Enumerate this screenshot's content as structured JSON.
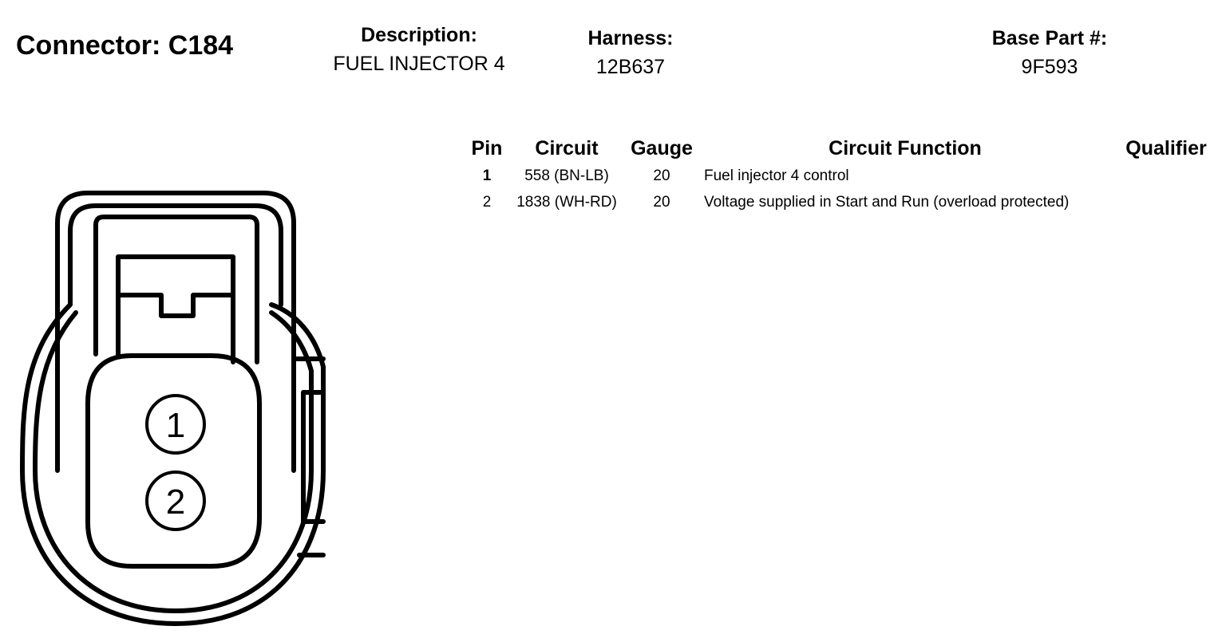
{
  "connector": {
    "label": "Connector:",
    "id": "C184"
  },
  "description": {
    "label": "Description:",
    "value": "FUEL INJECTOR 4"
  },
  "harness": {
    "label": "Harness:",
    "value": "12B637"
  },
  "base_part": {
    "label": "Base Part #:",
    "value": "9F593"
  },
  "table": {
    "headers": [
      "Pin",
      "Circuit",
      "Gauge",
      "Circuit Function",
      "Qualifier"
    ],
    "rows": [
      {
        "pin": "1",
        "circuit": "558 (BN-LB)",
        "gauge": "20",
        "function": "Fuel injector 4 control",
        "qualifier": ""
      },
      {
        "pin": "2",
        "circuit": "1838 (WH-RD)",
        "gauge": "20",
        "function": "Voltage supplied in Start and Run (overload protected)",
        "qualifier": ""
      }
    ]
  },
  "diagram": {
    "pins": [
      "1",
      "2"
    ],
    "stroke_color": "#000000"
  }
}
